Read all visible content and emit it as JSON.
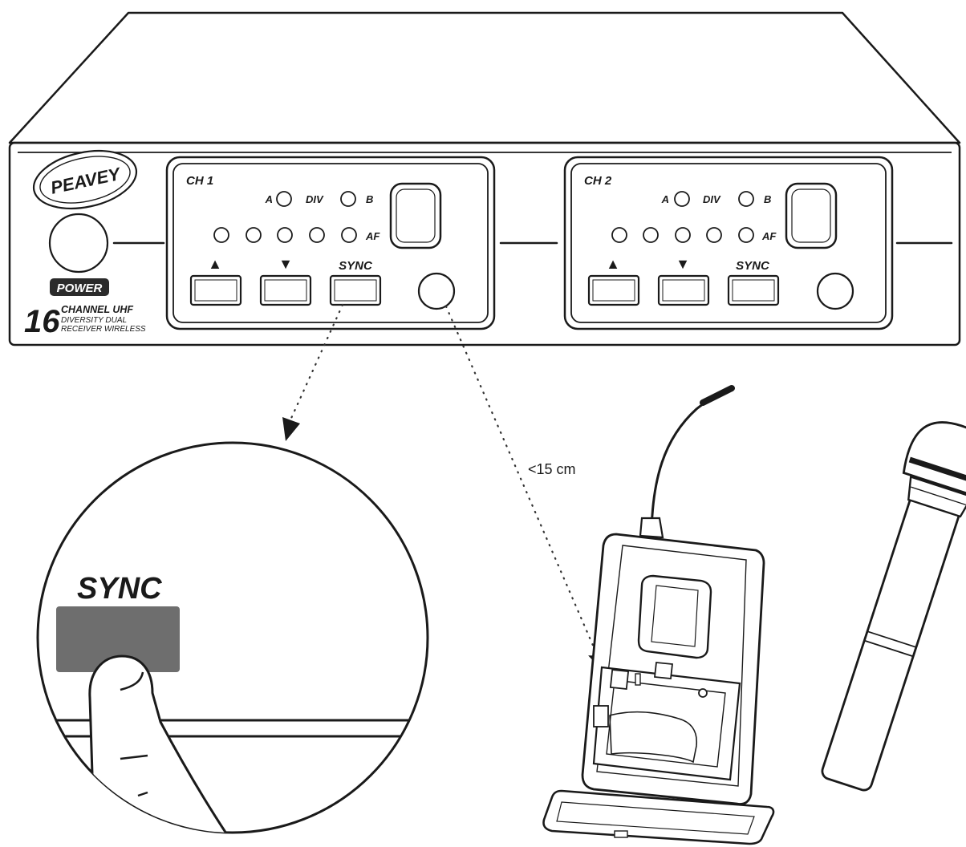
{
  "receiver": {
    "brand_logo_text": "PEAVEY",
    "power_label": "POWER",
    "model_number": "16",
    "model_line1": "CHANNEL UHF",
    "model_line2": "DIVERSITY DUAL",
    "model_line3": "RECEIVER WIRELESS",
    "channels": [
      {
        "label": "CH 1",
        "led_a": "A",
        "led_div": "DIV",
        "led_b": "B",
        "led_af": "AF",
        "up_symbol": "▲",
        "down_symbol": "▼",
        "sync_label": "SYNC"
      },
      {
        "label": "CH 2",
        "led_a": "A",
        "led_div": "DIV",
        "led_b": "B",
        "led_af": "AF",
        "up_symbol": "▲",
        "down_symbol": "▼",
        "sync_label": "SYNC"
      }
    ]
  },
  "zoom_detail": {
    "sync_label": "SYNC",
    "button_color": "#6e6e6e"
  },
  "distance_label": "<15 cm",
  "colors": {
    "stroke": "#1a1a1a",
    "background": "#ffffff"
  }
}
